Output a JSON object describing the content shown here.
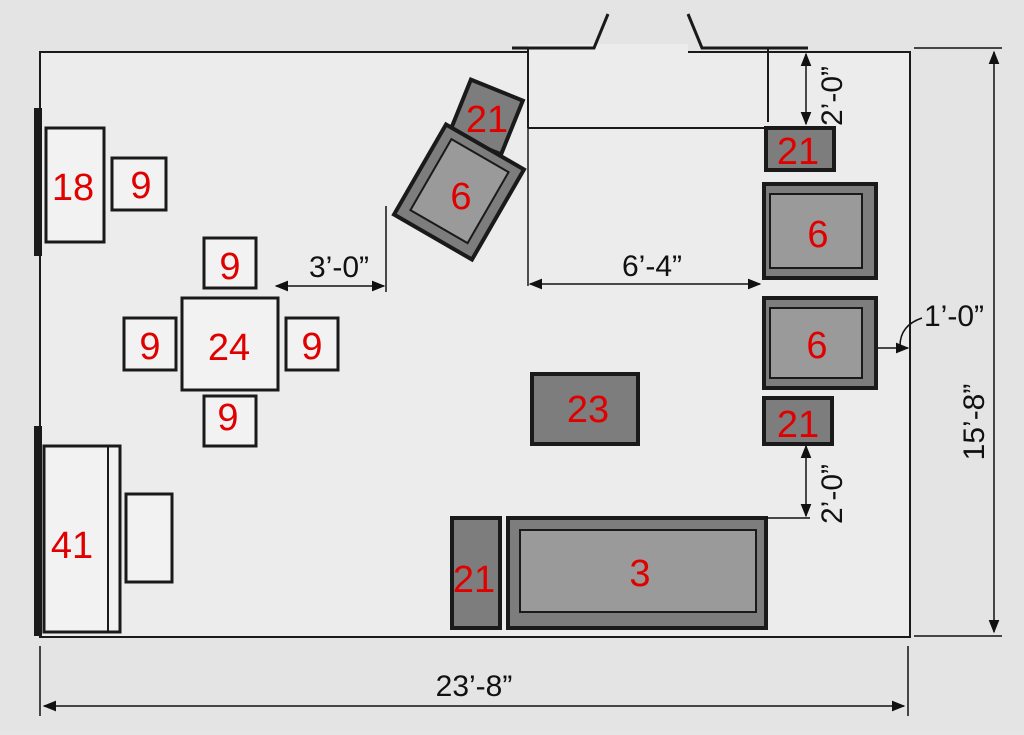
{
  "colors": {
    "background": "#e4e4e4",
    "room_fill": "#ececec",
    "wall": "#1a1a1a",
    "furniture_fill": "#7d7d7d",
    "furniture_inner": "#9a9a9a",
    "light_furniture": "#f2f2f2",
    "label": "#e00000",
    "dimension": "#111111"
  },
  "furniture_labels": {
    "side_table_top": "21",
    "armchair_angled": "6",
    "side_table_right_top": "21",
    "armchair_right_top": "6",
    "armchair_right_bottom": "6",
    "side_table_right_bottom": "21",
    "coffee_table": "23",
    "side_table_bottom": "21",
    "sofa": "3",
    "console": "18",
    "stool": "9",
    "chair_top": "9",
    "chair_left": "9",
    "dining_table": "24",
    "chair_right": "9",
    "chair_bottom": "9",
    "cabinet": "41"
  },
  "dimensions": {
    "top_clearance": "2’-0”",
    "dining_gap": "3’-0”",
    "seating_width": "6’-4”",
    "wall_gap": "1’-0”",
    "bottom_clearance": "2’-0”",
    "room_height": "15’-8”",
    "room_width": "23’-8”"
  }
}
